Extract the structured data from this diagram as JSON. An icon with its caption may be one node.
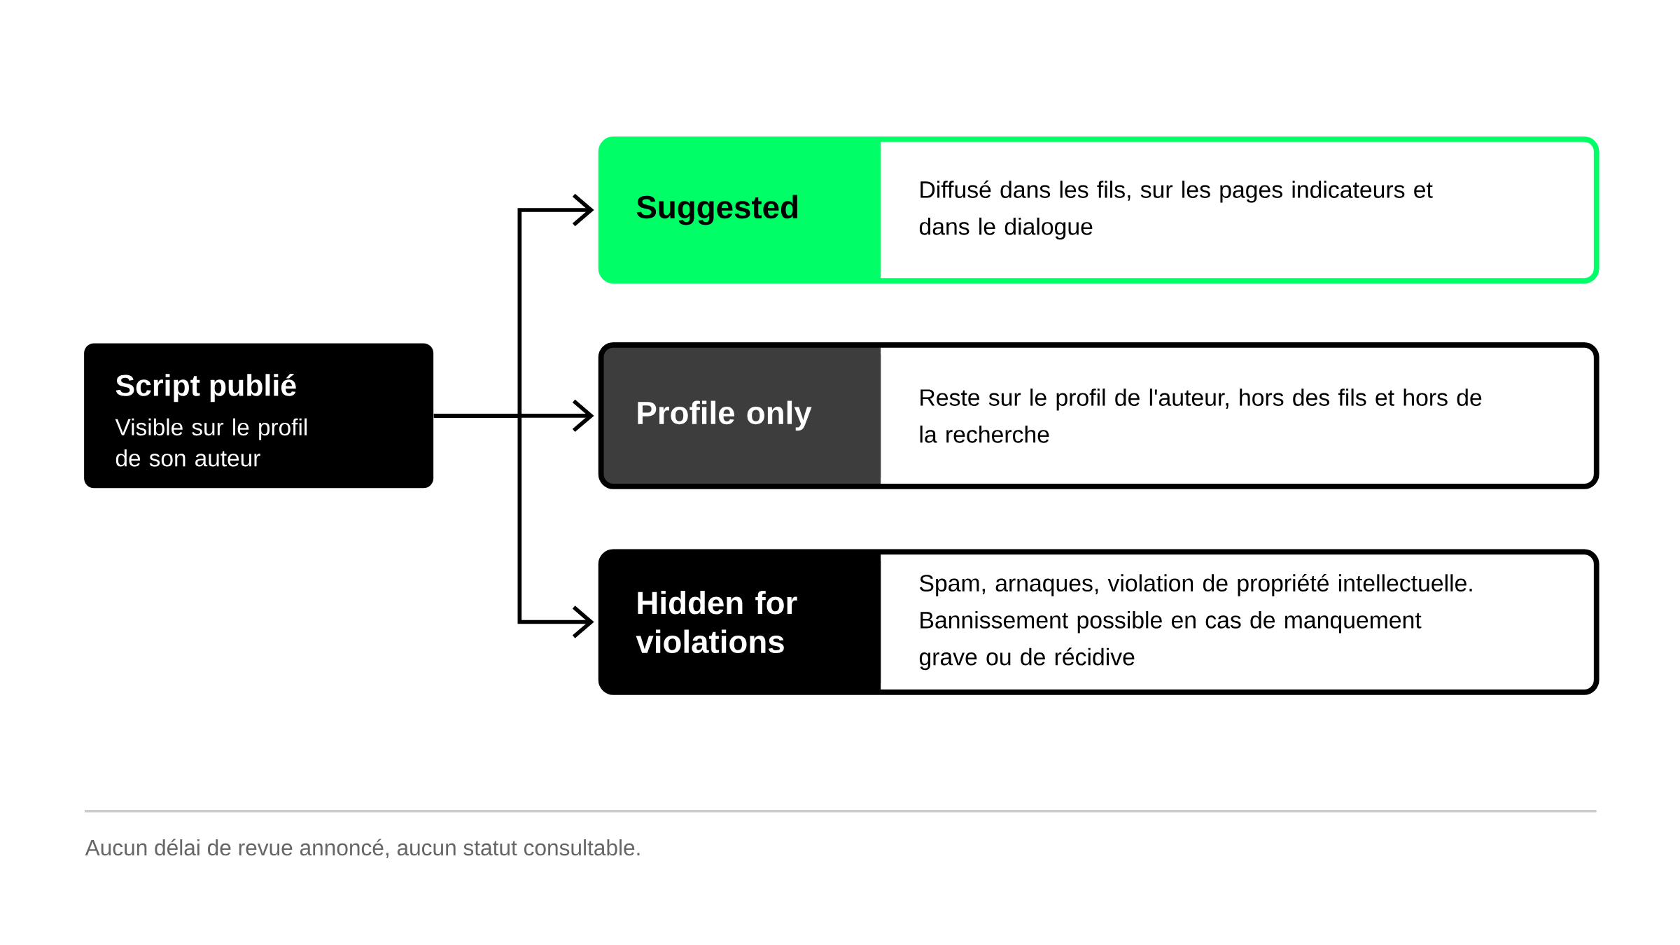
{
  "diagram": {
    "nodes": [
      {
        "text": [
          "Script publié",
          "Visible sur le profil de son auteur"
        ]
      },
      {
        "text": [
          "Suggested",
          "Diffusé dans les fils, sur les pages indicateurs et dans le dialogue"
        ]
      },
      {
        "text": [
          "Profile only",
          "Reste sur le profil de l'auteur, hors des fils et hors de la recherche"
        ]
      },
      {
        "text": [
          "Hidden for violations",
          "Spam, arnaques, violation de propriété intellectuelle. Bannissement possible en cas de manquement grave ou de récidive"
        ]
      }
    ],
    "edges": [
      {
        "from": 0,
        "to": 1,
        "arrow": "to"
      },
      {
        "from": 0,
        "to": 2,
        "arrow": "to"
      },
      {
        "from": 0,
        "to": 3,
        "arrow": "to"
      }
    ],
    "labels": [
      "Aucun délai de revue annoncé, aucun statut consultable."
    ]
  }
}
